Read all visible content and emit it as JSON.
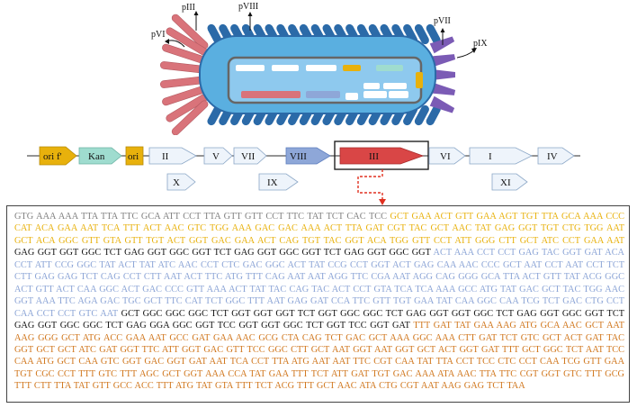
{
  "phage": {
    "protein_labels": [
      "pIII",
      "pVIII",
      "pVI",
      "pVII",
      "pIX"
    ]
  },
  "map": {
    "elements": [
      "ori f'",
      "Kan",
      "ori",
      "II",
      "V",
      "VII",
      "VIII",
      "III",
      "VI",
      "I",
      "IV",
      "X",
      "IX",
      "XI"
    ]
  },
  "sequence": {
    "segments": [
      {
        "style": "gray",
        "text": "GTG AAA AAA TTA TTA TTC GCA ATT CCT TTA GTT GTT CCT TTC TAT TCT CAC TCC"
      },
      {
        "style": "yellow",
        "text": "GCT GAA ACT GTT GAA AGT TGT TTA GCA AAA CCC CAT ACA GAA AAT TCA TTT ACT AAC GTC TGG AAA GAC GAC AAA ACT TTA GAT CGT TAC GCT AAC TAT GAG GGT TGT CTG TGG AAT GCT ACA GGC GTT GTA GTT TGT ACT GGT GAC GAA ACT CAG TGT TAC GGT ACA TGG GTT CCT ATT GGG CTT GCT ATC CCT GAA AAT"
      },
      {
        "style": "black",
        "text": "GAG GGT GGT GGC TCT GAG GGT GGC GGT TCT GAG GGT GGC GGT TCT GAG GGT GGC GGT"
      },
      {
        "style": "blue",
        "text": "ACT AAA CCT CCT GAG TAC GGT GAT ACA CCT ATT CCG GGC TAT ACT TAT ATC AAC CCT CTC GAC GGC ACT TAT CCG CCT GGT ACT GAG CAA AAC CCC GCT AAT CCT AAT CCT TCT CTT GAG GAG TCT CAG CCT CTT AAT ACT TTC ATG TTT CAG AAT AAT AGG TTC CGA AAT AGG CAG GGG GCA TTA ACT GTT TAT ACG GGC ACT GTT ACT CAA GGC ACT GAC CCC GTT AAA ACT TAT TAC CAG TAC ACT CCT GTA TCA TCA AAA GCC ATG TAT GAC GCT TAC TGG AAC GGT AAA TTC AGA GAC TGC GCT TTC CAT TCT GGC TTT AAT GAG GAT CCA TTC GTT TGT GAA TAT CAA GGC CAA TCG TCT GAC CTG CCT CAA CCT CCT GTC AAT"
      },
      {
        "style": "black",
        "text": "GCT GGC GGC GGC TCT GGT GGT GGT TCT GGT GGC GGC TCT GAG GGT GGT GGC TCT GAG GGT GGC GGT TCT GAG GGT GGC GGC TCT GAG GGA GGC GGT TCC GGT GGT GGC TCT GGT TCC GGT GAT"
      },
      {
        "style": "orange",
        "text": "TTT GAT TAT GAA AAG ATG GCA AAC GCT AAT AAG GGG GCT ATG ACC GAA AAT GCC GAT GAA AAC GCG CTA CAG TCT GAC GCT AAA GGC AAA CTT GAT TCT GTC GCT ACT GAT TAC GGT GCT GCT ATC GAT GGT TTC ATT GGT GAC GTT TCC GGC CTT GCT AAT GGT AAT GGT GCT ACT GGT GAT TTT GCT GGC TCT AAT TCC CAA ATG GCT CAA GTC GGT GAC GGT GAT AAT TCA CCT TTA ATG AAT AAT TTC CGT CAA TAT TTA CCT TCC CTC CCT CAA TCG GTT GAA TGT CGC CCT TTT GTC TTT AGC GCT GGT AAA CCA TAT GAA TTT TCT ATT GAT TGT GAC AAA ATA AAC TTA TTC CGT GGT GTC TTT GCG TTT CTT TTA TAT GTT GCC ACC TTT ATG TAT GTA TTT TCT ACG TTT GCT AAC ATA CTG CGT AAT AAG GAG TCT TAA"
      }
    ]
  },
  "colors": {
    "capsid_body": "#5aafe0",
    "capsid_coat": "#2b6aa8",
    "pIII_pVI": "#d9737a",
    "pVII_pIX": "#7b5bb5",
    "gene_III": "#d94646",
    "gene_VIII": "#8ea7d8",
    "ori_f": "#e8b10c",
    "kan": "#9fdccf",
    "gene_default": "#eef4fb",
    "callout": "#e03020"
  }
}
